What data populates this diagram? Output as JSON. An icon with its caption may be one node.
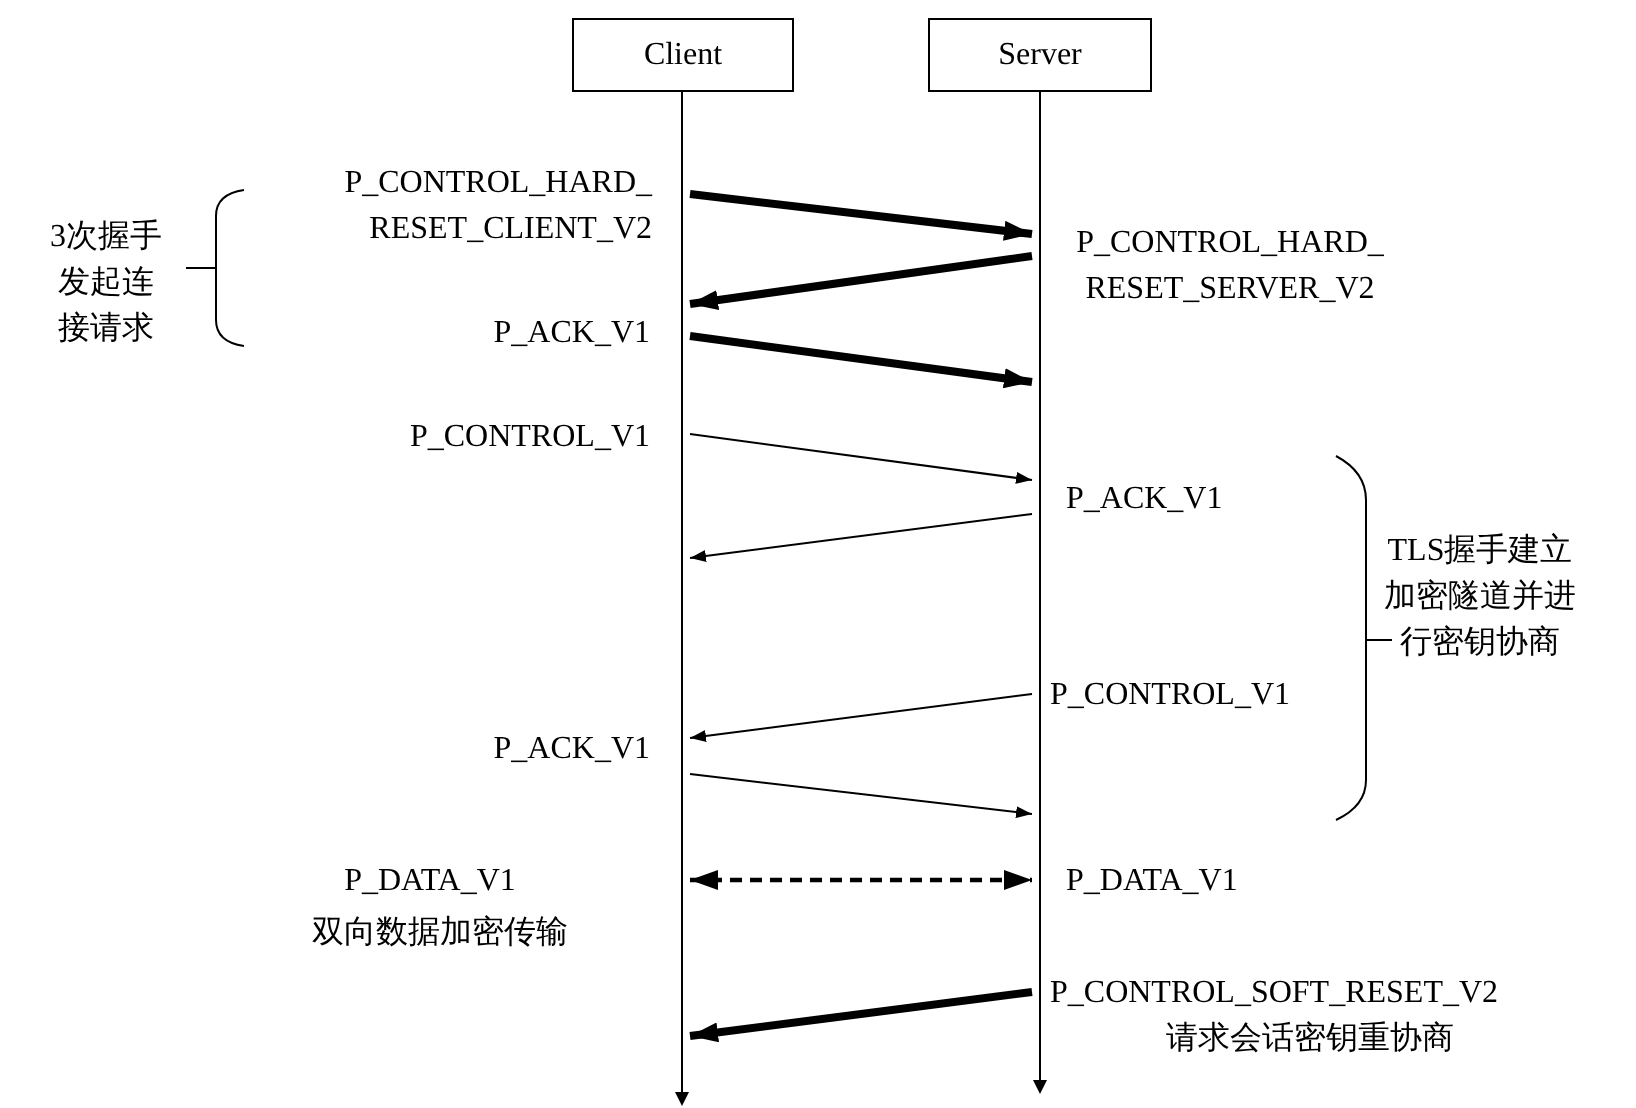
{
  "diagram": {
    "nodes": [
      {
        "text": [
          "Client"
        ]
      },
      {
        "text": [
          "Server"
        ]
      },
      {
        "text": [],
        "shape": "bar"
      },
      {
        "text": [],
        "shape": "bar"
      }
    ],
    "edges": [
      {
        "from": 2,
        "to": 3,
        "arrow": "to",
        "style": "thick",
        "label": "P_CONTROL_HARD_ RESET_CLIENT_V2"
      },
      {
        "from": 3,
        "to": 2,
        "arrow": "to",
        "style": "thick",
        "label": "P_CONTROL_HARD_ RESET_SERVER_V2"
      },
      {
        "from": 2,
        "to": 3,
        "arrow": "to",
        "style": "thick",
        "label": "P_ACK_V1"
      },
      {
        "from": 2,
        "to": 3,
        "arrow": "to",
        "label": "P_CONTROL_V1"
      },
      {
        "from": 3,
        "to": 2,
        "arrow": "to",
        "label": "P_ACK_V1"
      },
      {
        "from": 3,
        "to": 2,
        "arrow": "to",
        "label": "P_CONTROL_V1"
      },
      {
        "from": 2,
        "to": 3,
        "arrow": "to",
        "label": "P_ACK_V1"
      },
      {
        "from": 2,
        "to": 3,
        "arrow": "both",
        "style": "dashed",
        "label": "P_DATA_V1"
      },
      {
        "from": 3,
        "to": 2,
        "arrow": "to",
        "style": "thick",
        "label": "P_CONTROL_SOFT_RESET_V2"
      }
    ],
    "labels": [
      "3次握手发起连接请求",
      "TLS握手建立加密隧道并进行密钥协商",
      "P_DATA_V1",
      "双向数据加密传输",
      "请求会话密钥重协商"
    ]
  }
}
